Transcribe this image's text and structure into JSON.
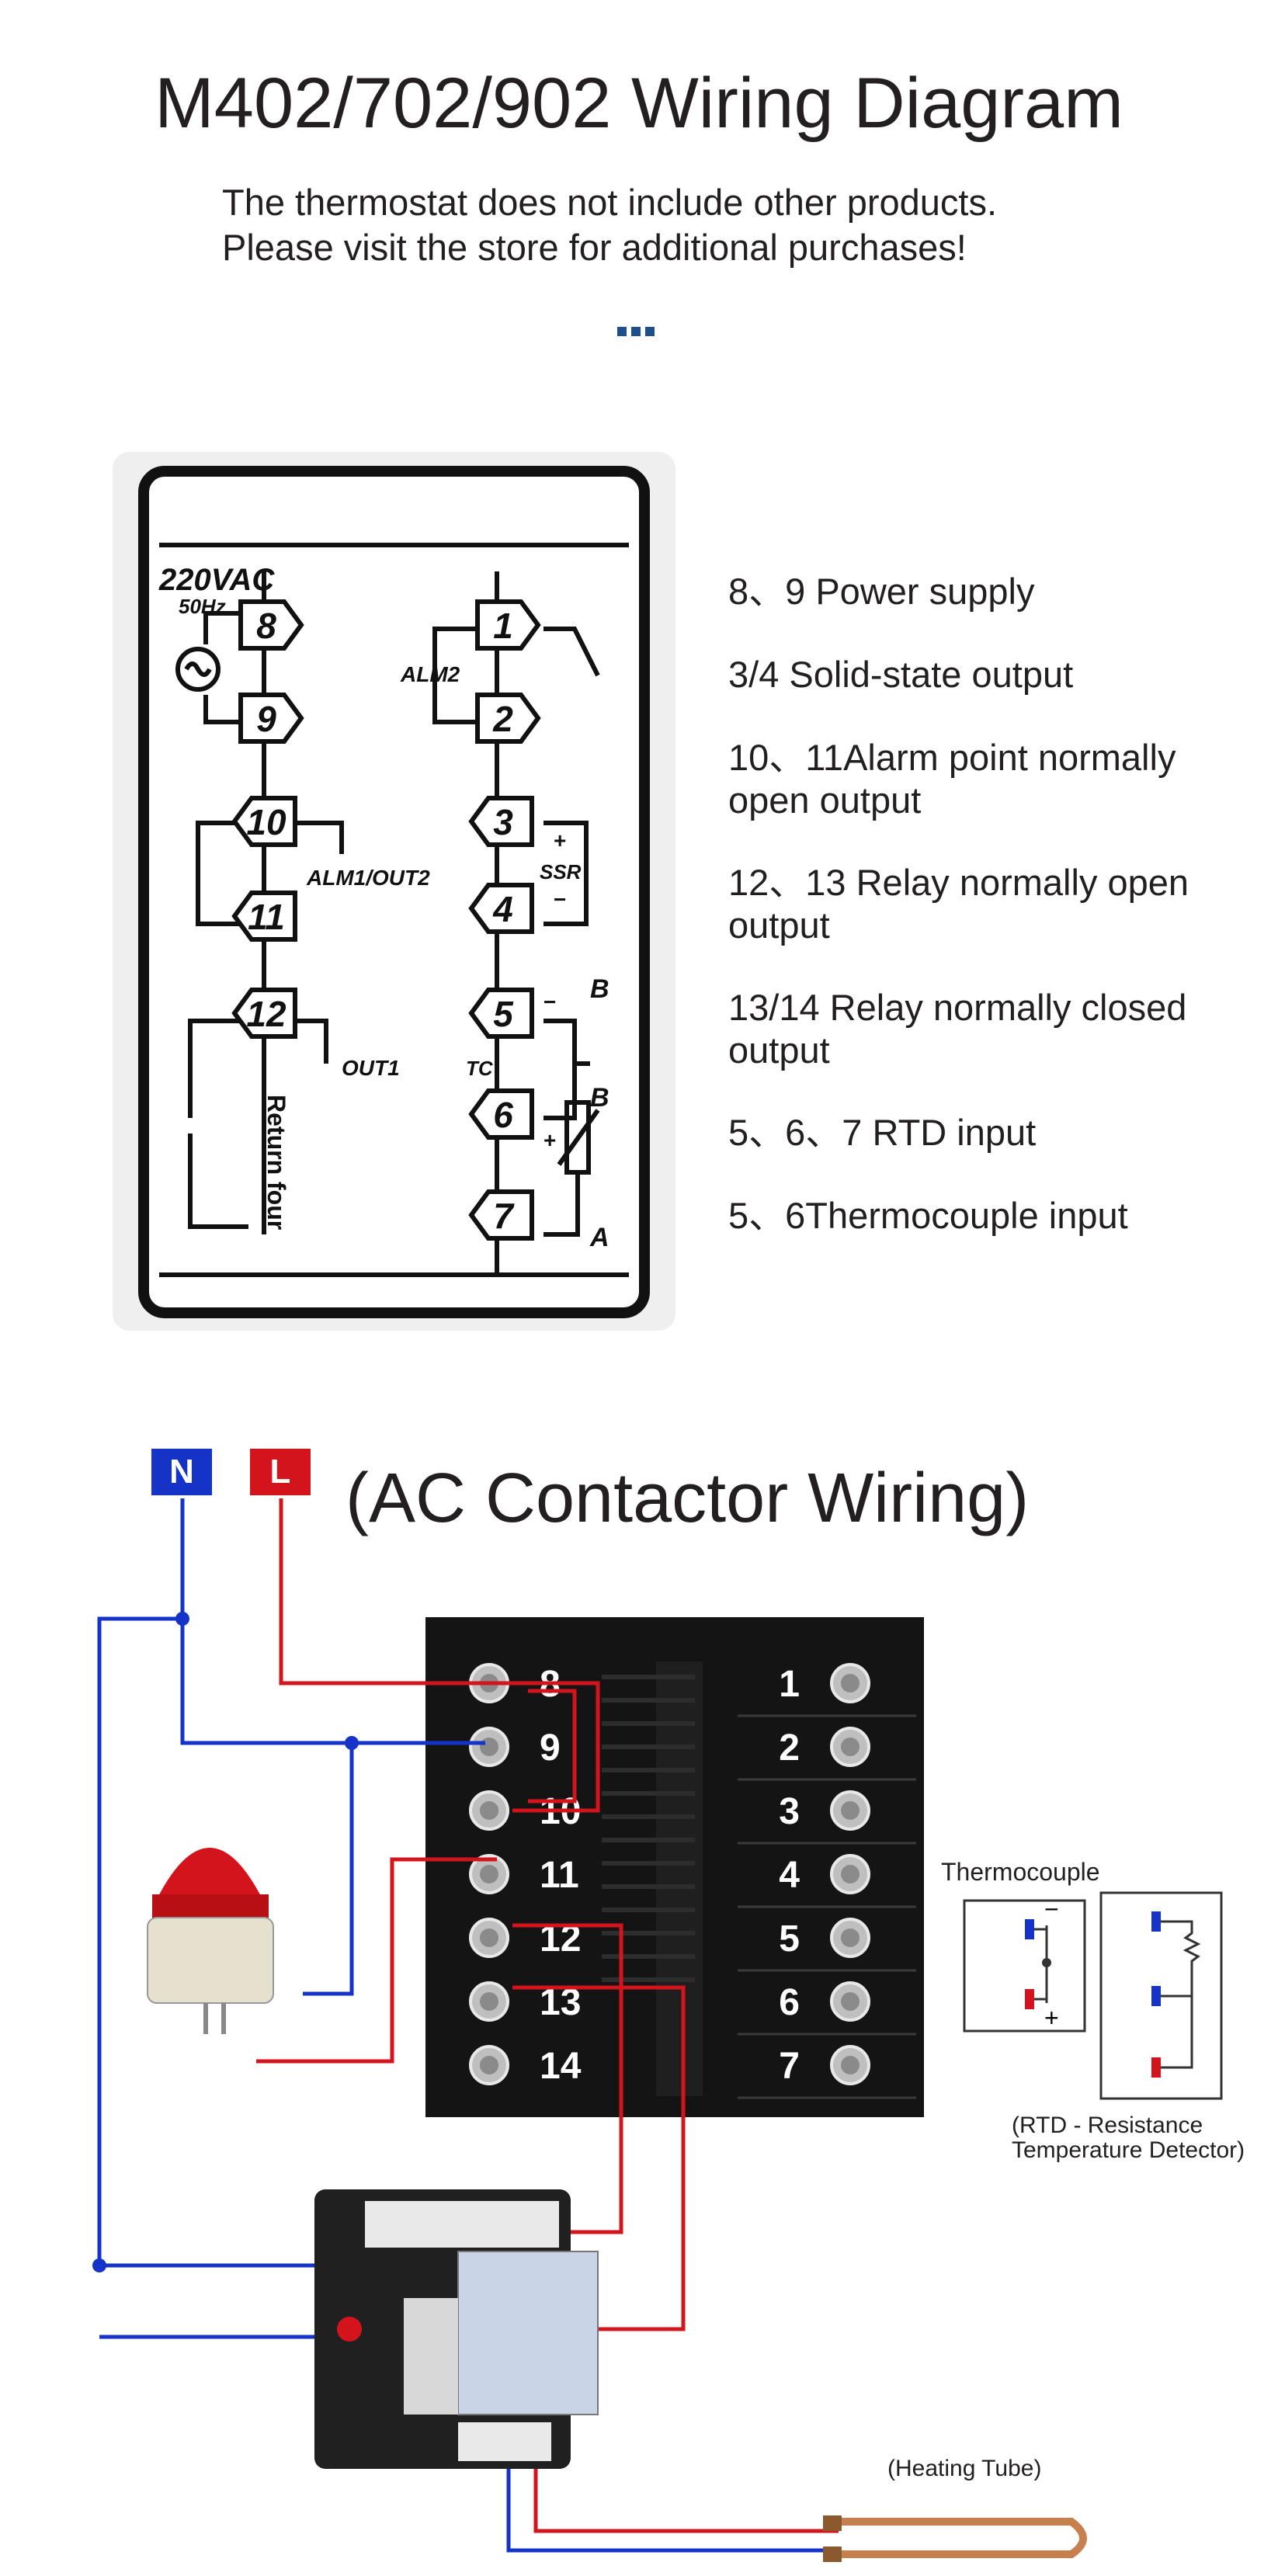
{
  "title": "M402/702/902 Wiring Diagram",
  "notice": {
    "line1": "The thermostat does not include other products.",
    "line2": "Please visit the store for additional purchases!"
  },
  "schematic": {
    "supply": "220VAC",
    "freq": "50Hz",
    "alm2": "ALM2",
    "alm1_out2": "ALM1/OUT2",
    "out1": "OUT1",
    "ssr": "SSR",
    "tc": "TC",
    "return_four": "Return four",
    "term_b1": "B",
    "term_b2": "B",
    "term_a": "A",
    "left_terminals": [
      "8",
      "9",
      "10",
      "11",
      "12"
    ],
    "right_terminals": [
      "1",
      "2",
      "3",
      "4",
      "5",
      "6",
      "7"
    ]
  },
  "descriptions": [
    "8、9 Power supply",
    "3/4 Solid-state output",
    "10、11Alarm point normally open output",
    "12、13 Relay normally open output",
    "13/14 Relay normally closed output",
    "5、6、7 RTD input",
    "5、6Thermocouple input"
  ],
  "wiring": {
    "title": "(AC Contactor Wiring)",
    "neutral": "N",
    "line": "L",
    "left_terminals": [
      "8",
      "9",
      "10",
      "11",
      "12",
      "13",
      "14"
    ],
    "right_terminals": [
      "1",
      "2",
      "3",
      "4",
      "5",
      "6",
      "7"
    ],
    "thermocouple_label": "Thermocouple",
    "rtd_label_line1": "(RTD - Resistance",
    "rtd_label_line2": "Temperature Detector)",
    "heating_tube_label": "(Heating Tube)"
  },
  "colors": {
    "neutral_wire": "#1633c8",
    "line_wire": "#d4141c",
    "controller_body": "#111111"
  }
}
